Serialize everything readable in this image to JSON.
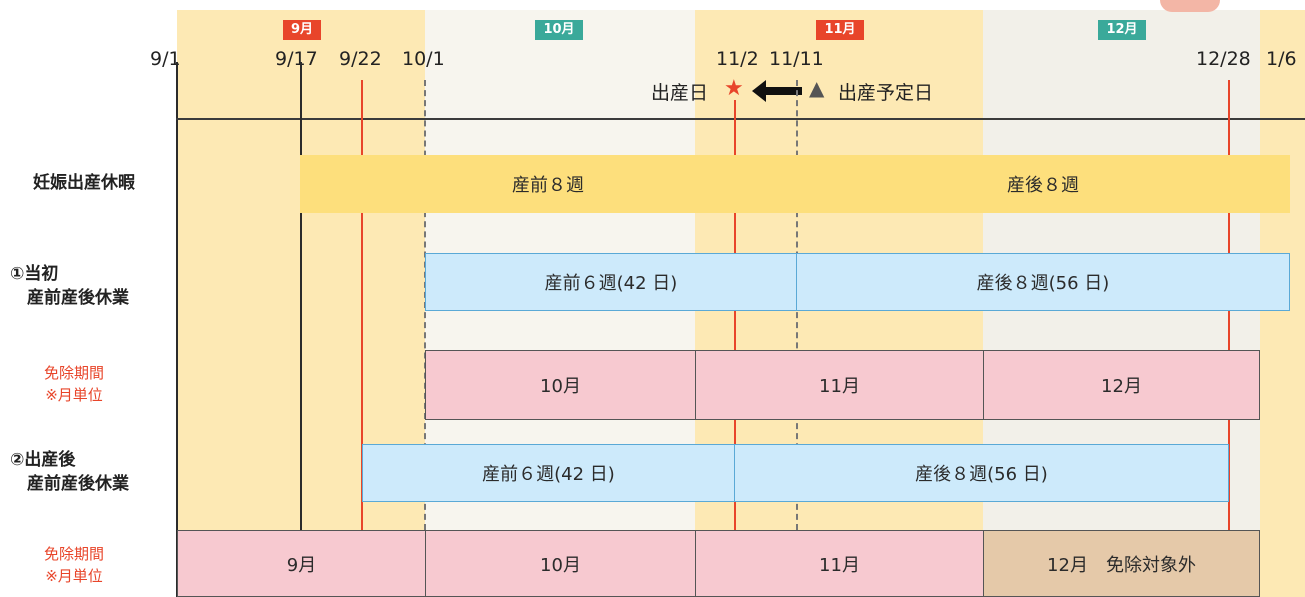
{
  "months": [
    {
      "label": "9月",
      "color": "#e8452a"
    },
    {
      "label": "10月",
      "color": "#3aa99a"
    },
    {
      "label": "11月",
      "color": "#e8452a"
    },
    {
      "label": "12月",
      "color": "#3aa99a"
    }
  ],
  "dates": [
    "9/1",
    "9/17",
    "9/22",
    "10/1",
    "11/2",
    "11/11",
    "12/28",
    "1/6"
  ],
  "annotations": {
    "birth_date": "出産日",
    "due_date": "出産予定日"
  },
  "rows": {
    "maternity_leave": {
      "label": "妊娠出産休暇",
      "pre": "産前８週",
      "post": "産後８週"
    },
    "initial_leave": {
      "label_line1": "①当初",
      "label_line2": "　産前産後休業",
      "pre": "産前６週(42 日)",
      "post": "産後８週(56 日)"
    },
    "exemption_1": {
      "label_line1": "免除期間",
      "label_line2": "※月単位",
      "months": [
        "10月",
        "11月",
        "12月"
      ]
    },
    "postbirth_leave": {
      "label_line1": "②出産後",
      "label_line2": "　産前産後休業",
      "pre": "産前６週(42 日)",
      "post": "産後８週(56 日)"
    },
    "exemption_2": {
      "label_line1": "免除期間",
      "label_line2": "※月単位",
      "months": [
        "9月",
        "10月",
        "11月"
      ],
      "excluded": "12月　免除対象外"
    }
  }
}
